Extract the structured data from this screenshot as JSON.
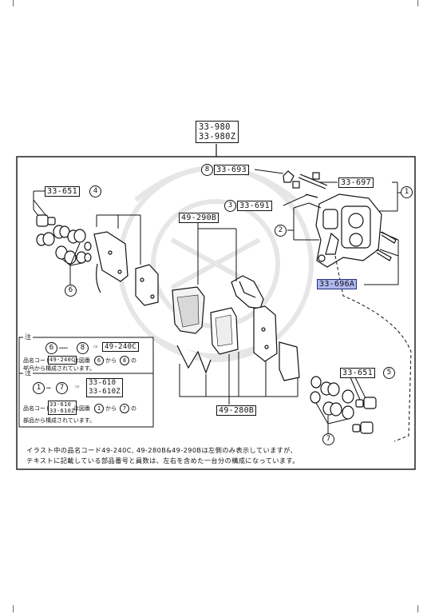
{
  "header_code": {
    "line1": "33-980",
    "line2": "33-980Z"
  },
  "callouts": {
    "c33_693": {
      "num": "8",
      "code": "33-693"
    },
    "c33_697": {
      "code": "33-697",
      "num": "1"
    },
    "c33_691": {
      "num": "3",
      "code": "33-691"
    },
    "c_2": {
      "num": "2"
    },
    "c33_651_left": {
      "code": "33-651",
      "num": "4"
    },
    "c_6": {
      "num": "6"
    },
    "c49_290b": {
      "code": "49-290B"
    },
    "c33_696a": {
      "code": "33-696A"
    },
    "c33_651_right": {
      "code": "33-651",
      "num": "5"
    },
    "c_7": {
      "num": "7"
    },
    "c49_280b": {
      "code": "49-280B"
    }
  },
  "note1": {
    "label": "注",
    "from": "6",
    "dots": "……",
    "to": "8",
    "arrow": "⇨",
    "code": "49-240C",
    "line2_prefix": "品名コード",
    "line2_code": "49-240C",
    "line2_mid": "は図番",
    "line2_from": "6",
    "line2_kara": "から",
    "line2_to": "8",
    "line2_suffix": "の",
    "line3": "部品から構成されています。"
  },
  "note2": {
    "label": "注",
    "from": "1",
    "dots": "…",
    "to": "7",
    "arrow": "⇨",
    "code1": "33-610",
    "code2": "33-610Z",
    "line2_prefix": "品名コード",
    "line2_code1": "33-610",
    "line2_code2": "33-610Z",
    "line2_mid": "は図番",
    "line2_from": "1",
    "line2_kara": "から",
    "line2_to": "7",
    "line2_suffix": "の",
    "line3": "部品から構成されています。"
  },
  "footer": {
    "line1": "イラスト中の品名コード49-240C, 49-280B&49-290Bは左側のみ表示していますが、",
    "line2": "テキストに記載している部品番号と員数は、左右を含めた一台分の構成になっています。"
  },
  "colors": {
    "highlight": "#aeb8ee",
    "line": "#111111",
    "watermark": "#e6e6e6"
  }
}
